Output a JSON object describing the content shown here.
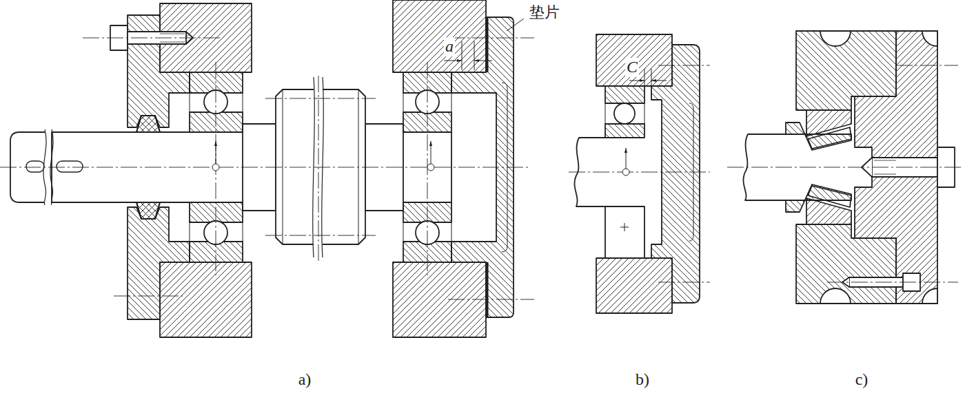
{
  "diagram": {
    "labels": [
      "垫片",
      "a",
      "C",
      "a)",
      "b)",
      "c)"
    ]
  }
}
